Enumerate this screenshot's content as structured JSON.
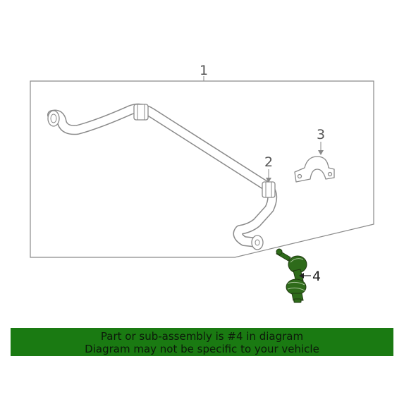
{
  "callouts": {
    "part_1": "1",
    "part_2": "2",
    "part_3": "3",
    "part_4": "4"
  },
  "notice": {
    "line1": "Part or sub-assembly is #4 in diagram",
    "line2": "Diagram may not be specific to your vehicle"
  },
  "colors": {
    "highlight_part": "#2e6b1a",
    "banner_background": "#1a7a12",
    "outline": "#8a8a8a"
  }
}
